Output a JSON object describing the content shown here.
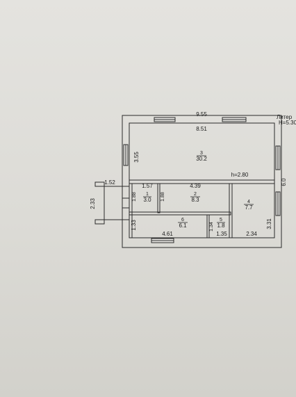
{
  "plan": {
    "liter_label": "Литер",
    "height_label": "H=5.30",
    "ceiling_height": "h=2.80",
    "dimensions": {
      "outer_width": "9.55",
      "outer_height": "6.0",
      "room3_width": "8.51",
      "room3_height": "3.55",
      "porch_width": "1.52",
      "porch_height": "2.33",
      "room1_width": "1.57",
      "room1_height": "1.88",
      "room2_height": "1.88",
      "room2_width": "4.39",
      "room6_height": "1.33",
      "room6_width": "4.61",
      "room5_height": "1.34",
      "room5_width": "1.35",
      "room4_height": "3.31",
      "room4_width": "2.34"
    },
    "rooms": [
      {
        "number": "3",
        "area": "30.2"
      },
      {
        "number": "1",
        "area": "3.0"
      },
      {
        "number": "2",
        "area": "8.3"
      },
      {
        "number": "4",
        "area": "7.7"
      },
      {
        "number": "6",
        "area": "6.1"
      },
      {
        "number": "5",
        "area": "1.8"
      }
    ]
  }
}
